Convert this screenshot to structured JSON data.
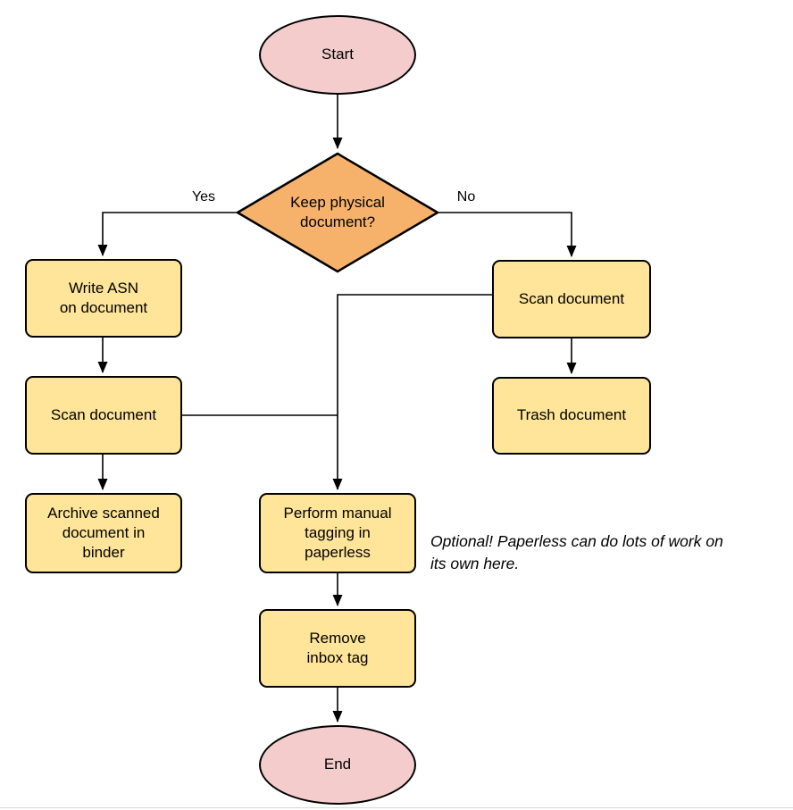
{
  "colors": {
    "terminal_fill": "#F4CCCC",
    "decision_fill": "#F6B26B",
    "process_fill": "#FFE599",
    "stroke": "#000000"
  },
  "flowchart": {
    "nodes": {
      "start": "Start",
      "decision": "Keep physical\ndocument?",
      "write_asn": "Write ASN\non document",
      "scan_left": "Scan document",
      "archive": "Archive scanned\ndocument in\nbinder",
      "scan_right": "Scan document",
      "trash": "Trash document",
      "tagging": "Perform manual\ntagging in\npaperless",
      "remove_inbox": "Remove\ninbox tag",
      "end": "End"
    },
    "edge_labels": {
      "yes": "Yes",
      "no": "No"
    },
    "annotation": "Optional! Paperless can do lots of work on\nits own here."
  }
}
